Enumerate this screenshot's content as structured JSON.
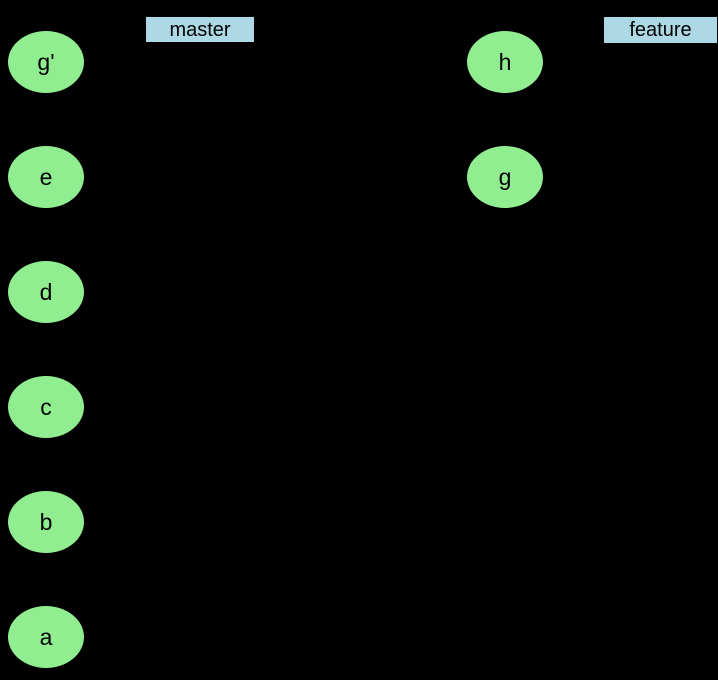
{
  "graph": {
    "type": "git-commit-graph",
    "colors": {
      "background": "#000000",
      "commit_fill": "#90ee90",
      "commit_border": "#000000",
      "branch_label_fill": "#add8e6",
      "branch_label_border": "#000000",
      "text": "#000000"
    },
    "master": {
      "tag": "master",
      "commits": [
        "g'",
        "e",
        "d",
        "c",
        "b",
        "a"
      ]
    },
    "feature": {
      "tag": "feature",
      "commits": [
        "h",
        "g"
      ]
    }
  }
}
